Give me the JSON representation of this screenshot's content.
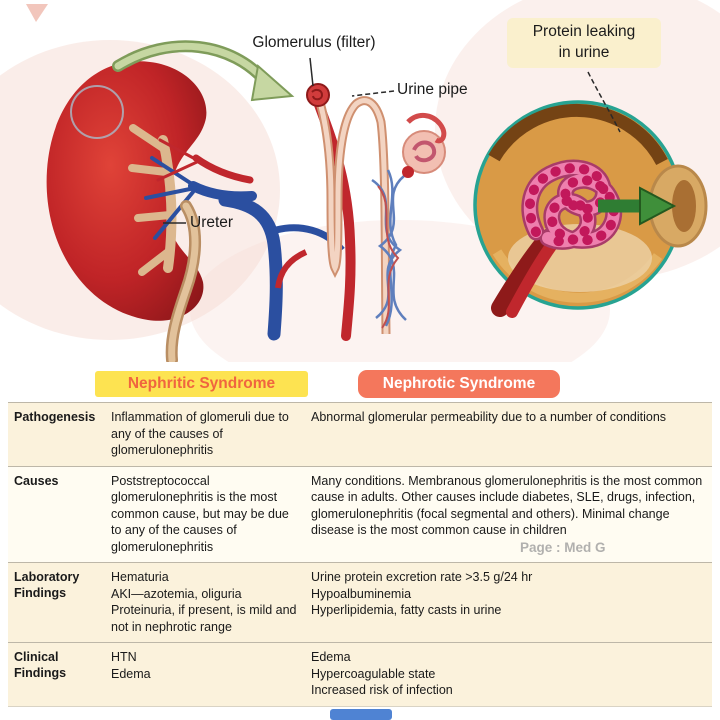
{
  "illustration": {
    "labels": {
      "glomerulus": "Glomerulus (filter)",
      "urine_pipe": "Urine pipe",
      "ureter": "Ureter",
      "protein_leaking": "Protein leaking\nin urine"
    }
  },
  "table": {
    "headers": {
      "nephritic": "Nephritic Syndrome",
      "nephrotic": "Nephrotic Syndrome"
    },
    "rows": [
      {
        "label": "Pathogenesis",
        "nephritic": "Inflammation of glomeruli due to any of the causes of glomerulonephritis",
        "nephrotic": "Abnormal glomerular permeability due to a number of conditions"
      },
      {
        "label": "Causes",
        "nephritic": "Poststreptococcal glomerulonephritis is the most common cause, but may be due to any of the causes of glomerulonephritis",
        "nephrotic": "Many conditions. Membranous glomerulonephritis is the most common cause in adults. Other causes include diabetes, SLE, drugs, infection, glomerulonephritis (focal segmental and others). Minimal change disease is the most common cause in children"
      },
      {
        "label": "Laboratory Findings",
        "nephritic": "Hematuria\nAKI—azotemia, oliguria\nProteinuria, if present, is mild and not in nephrotic range",
        "nephrotic": "Urine protein excretion rate >3.5 g/24 hr\nHypoalbuminemia\nHyperlipidemia, fatty casts in urine"
      },
      {
        "label": "Clinical Findings",
        "nephritic": "HTN\nEdema",
        "nephrotic": "Edema\nHypercoagulable state\nIncreased risk of infection"
      }
    ],
    "watermark": "Page : Med G"
  },
  "colors": {
    "nephritic_header_bg": "#fde351",
    "nephritic_header_text": "#f0653f",
    "nephrotic_header_bg": "#f4775c",
    "row_cream": "#fbf2dc",
    "kidney_red": "#c02427",
    "vein_blue": "#2b4fa0",
    "ureter_beige": "#d9b48c",
    "inset_gold": "#d99a46",
    "inset_ring_teal": "#27a392",
    "arrow_green": "#3f8f3a",
    "coil_pink": "#ee7fae"
  }
}
